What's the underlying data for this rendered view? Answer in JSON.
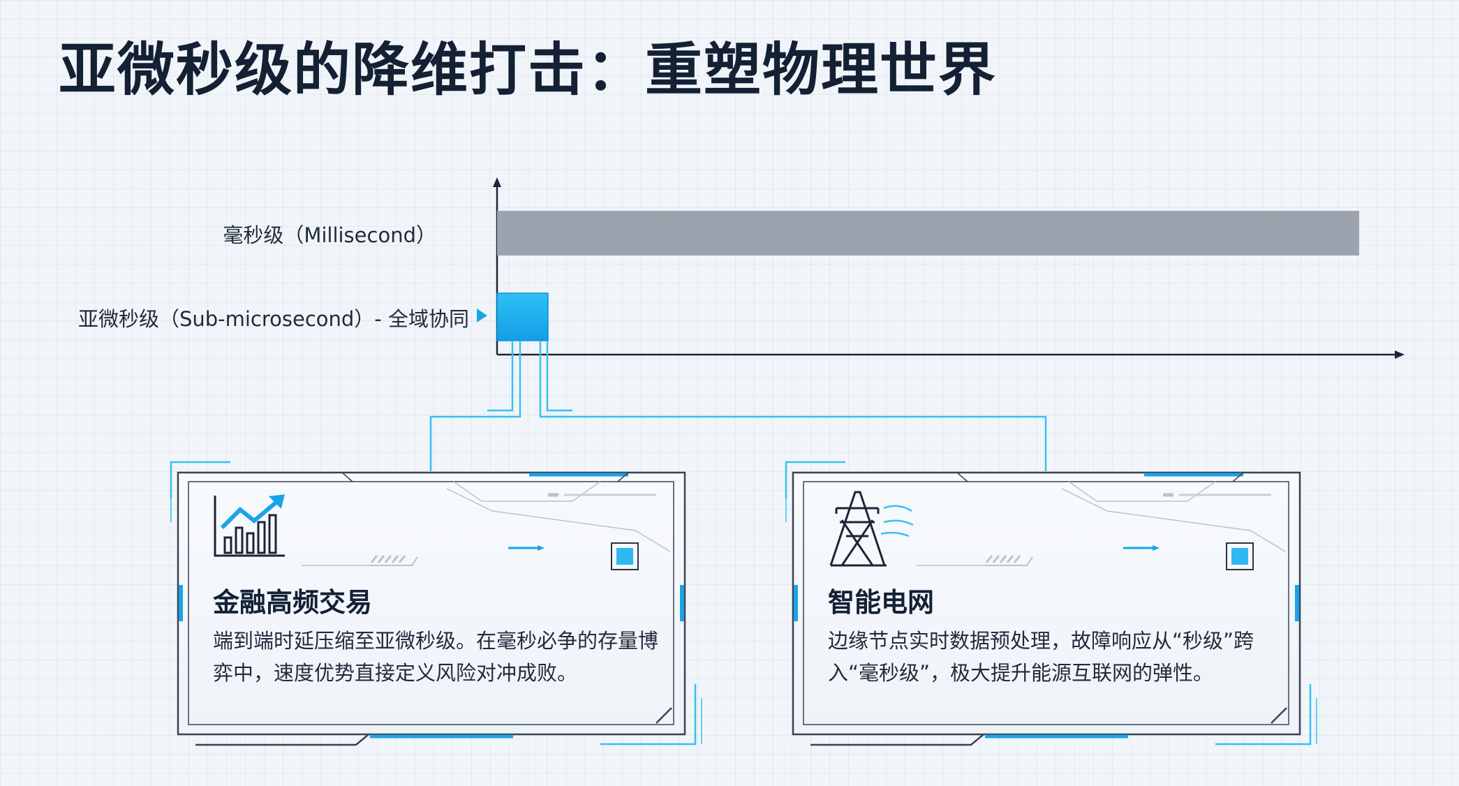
{
  "title": "亚微秒级的降维打击：重塑物理世界",
  "timeline": {
    "millisecond_label": "毫秒级（Millisecond）",
    "sub_microsecond_label": "亚微秒级（Sub-microsecond）- 全域协同"
  },
  "cards": [
    {
      "icon": "rising-chart-icon",
      "title": "金融高频交易",
      "body": "端到端时延压缩至亚微秒级。在毫秒必争的存量博弈中，速度优势直接定义风险对冲成败。"
    },
    {
      "icon": "power-tower-icon",
      "title": "智能电网",
      "body": "边缘节点实时数据预处理，故障响应从“秒级”跨入“毫秒级”，极大提升能源互联网的弹性。"
    }
  ],
  "colors": {
    "accent": "#1aa3e8",
    "accent_light": "#39bff2",
    "millisecond_bar": "#9ca3af",
    "frame": "#3b4454",
    "title": "#142033"
  }
}
